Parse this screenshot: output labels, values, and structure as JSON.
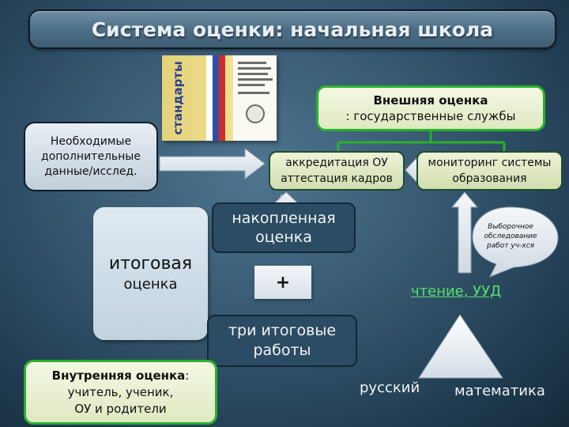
{
  "title": "Система оценки: начальная школа",
  "book": {
    "spine_text": "стандарты"
  },
  "external_box": {
    "title": "Внешняя оценка",
    "subtitle": ": государственные службы"
  },
  "accreditation_box": {
    "line1": "аккредитация ОУ",
    "line2": "аттестация кадров"
  },
  "monitoring_box": {
    "line1": "мониторинг системы",
    "line2": "образования"
  },
  "needed_box": {
    "line1": "Необходимые",
    "line2": "дополнительные",
    "line3": "данные/исслед."
  },
  "final_box": {
    "line1": "итоговая",
    "line2": "оценка"
  },
  "accumulated_box": {
    "line1": "накопленная",
    "line2": "оценка"
  },
  "plus_label": "+",
  "works_box": {
    "line1": "три итоговые",
    "line2": "работы"
  },
  "sample_note": {
    "line1": "Выборочное",
    "line2": "обследование",
    "line3": "работ уч-хся"
  },
  "reading_label": "чтение, УУД",
  "russian_label": "русский",
  "math_label": "математика",
  "internal_box": {
    "title": "Внутренняя оценка",
    "line2": ": учитель, ученик,",
    "line3": "ОУ и родители"
  },
  "colors": {
    "connector_green": "#29b22b",
    "reading_green": "#54e06a"
  }
}
